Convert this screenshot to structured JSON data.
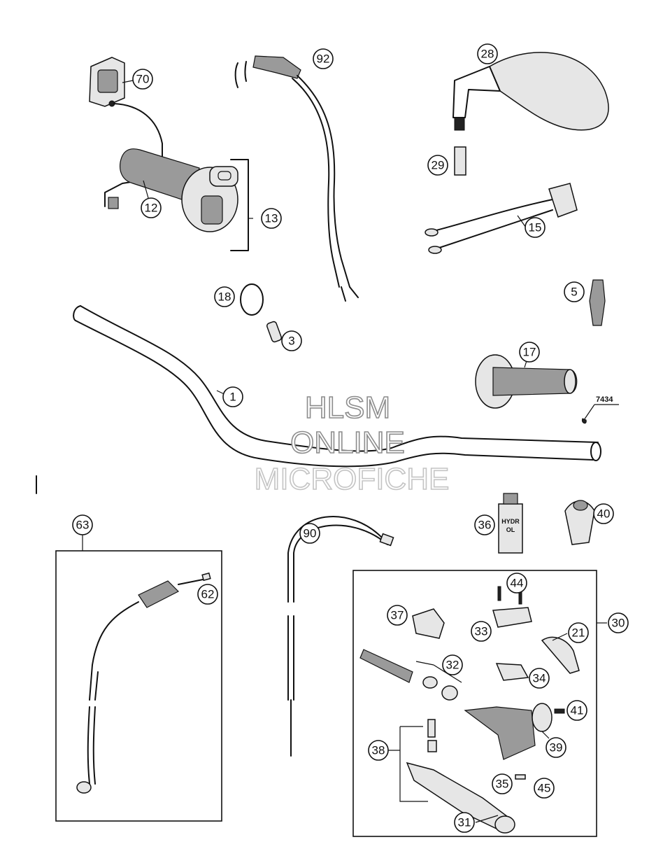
{
  "watermark": {
    "line1": "HLSM",
    "line2": "ONLINE",
    "line3": "MICROFICHE"
  },
  "part_numbers": {
    "p1": "1",
    "p3": "3",
    "p5": "5",
    "p12": "12",
    "p13": "13",
    "p15": "15",
    "p17": "17",
    "p18": "18",
    "p21": "21",
    "p28": "28",
    "p29": "29",
    "p30": "30",
    "p31": "31",
    "p32": "32",
    "p33": "33",
    "p34": "34",
    "p35": "35",
    "p36": "36",
    "p37": "37",
    "p38": "38",
    "p39": "39",
    "p40": "40",
    "p41": "41",
    "p44": "44",
    "p45": "45",
    "p62": "62",
    "p63": "63",
    "p70": "70",
    "p90": "90",
    "p92": "92"
  },
  "labels": {
    "loctite": "7434",
    "bottle_line1": "HYDR",
    "bottle_line2": "OL"
  },
  "colors": {
    "ink": "#111111",
    "fill": "#9a9a9a",
    "watermark": "#8c8c8c"
  }
}
